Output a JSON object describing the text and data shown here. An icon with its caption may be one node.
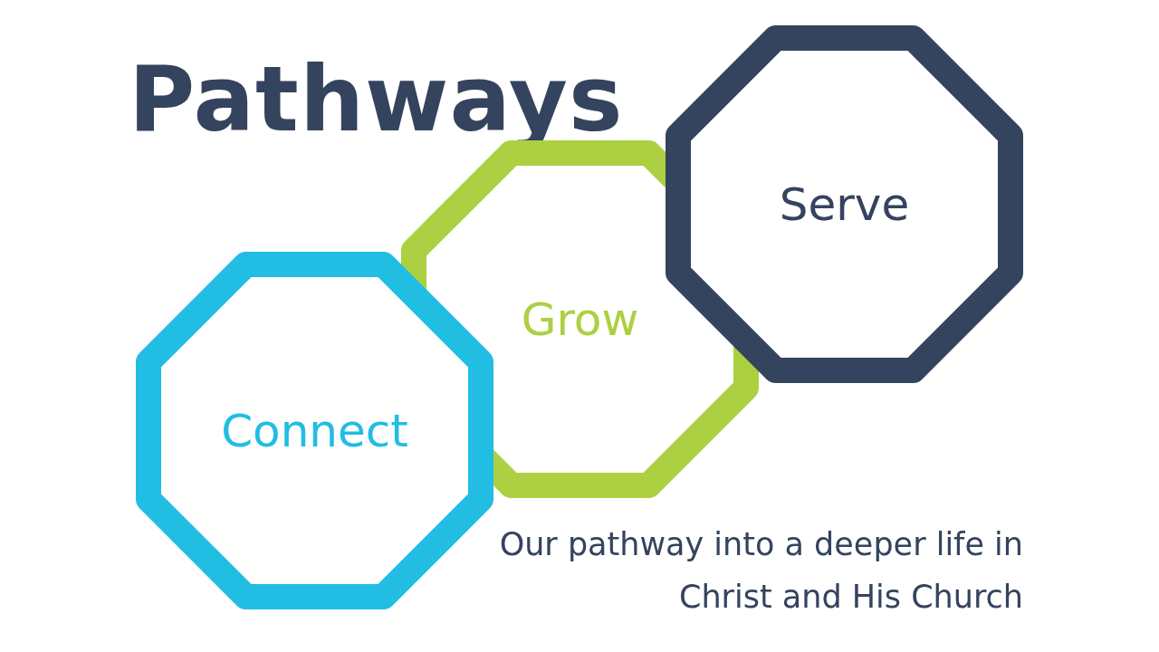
{
  "diagram": {
    "title": "Pathways",
    "caption": "Our pathway into a deeper life in Christ and His Church",
    "nodes": [
      {
        "text": [
          "Connect"
        ]
      },
      {
        "text": [
          "Grow"
        ]
      },
      {
        "text": [
          "Serve"
        ]
      }
    ]
  }
}
